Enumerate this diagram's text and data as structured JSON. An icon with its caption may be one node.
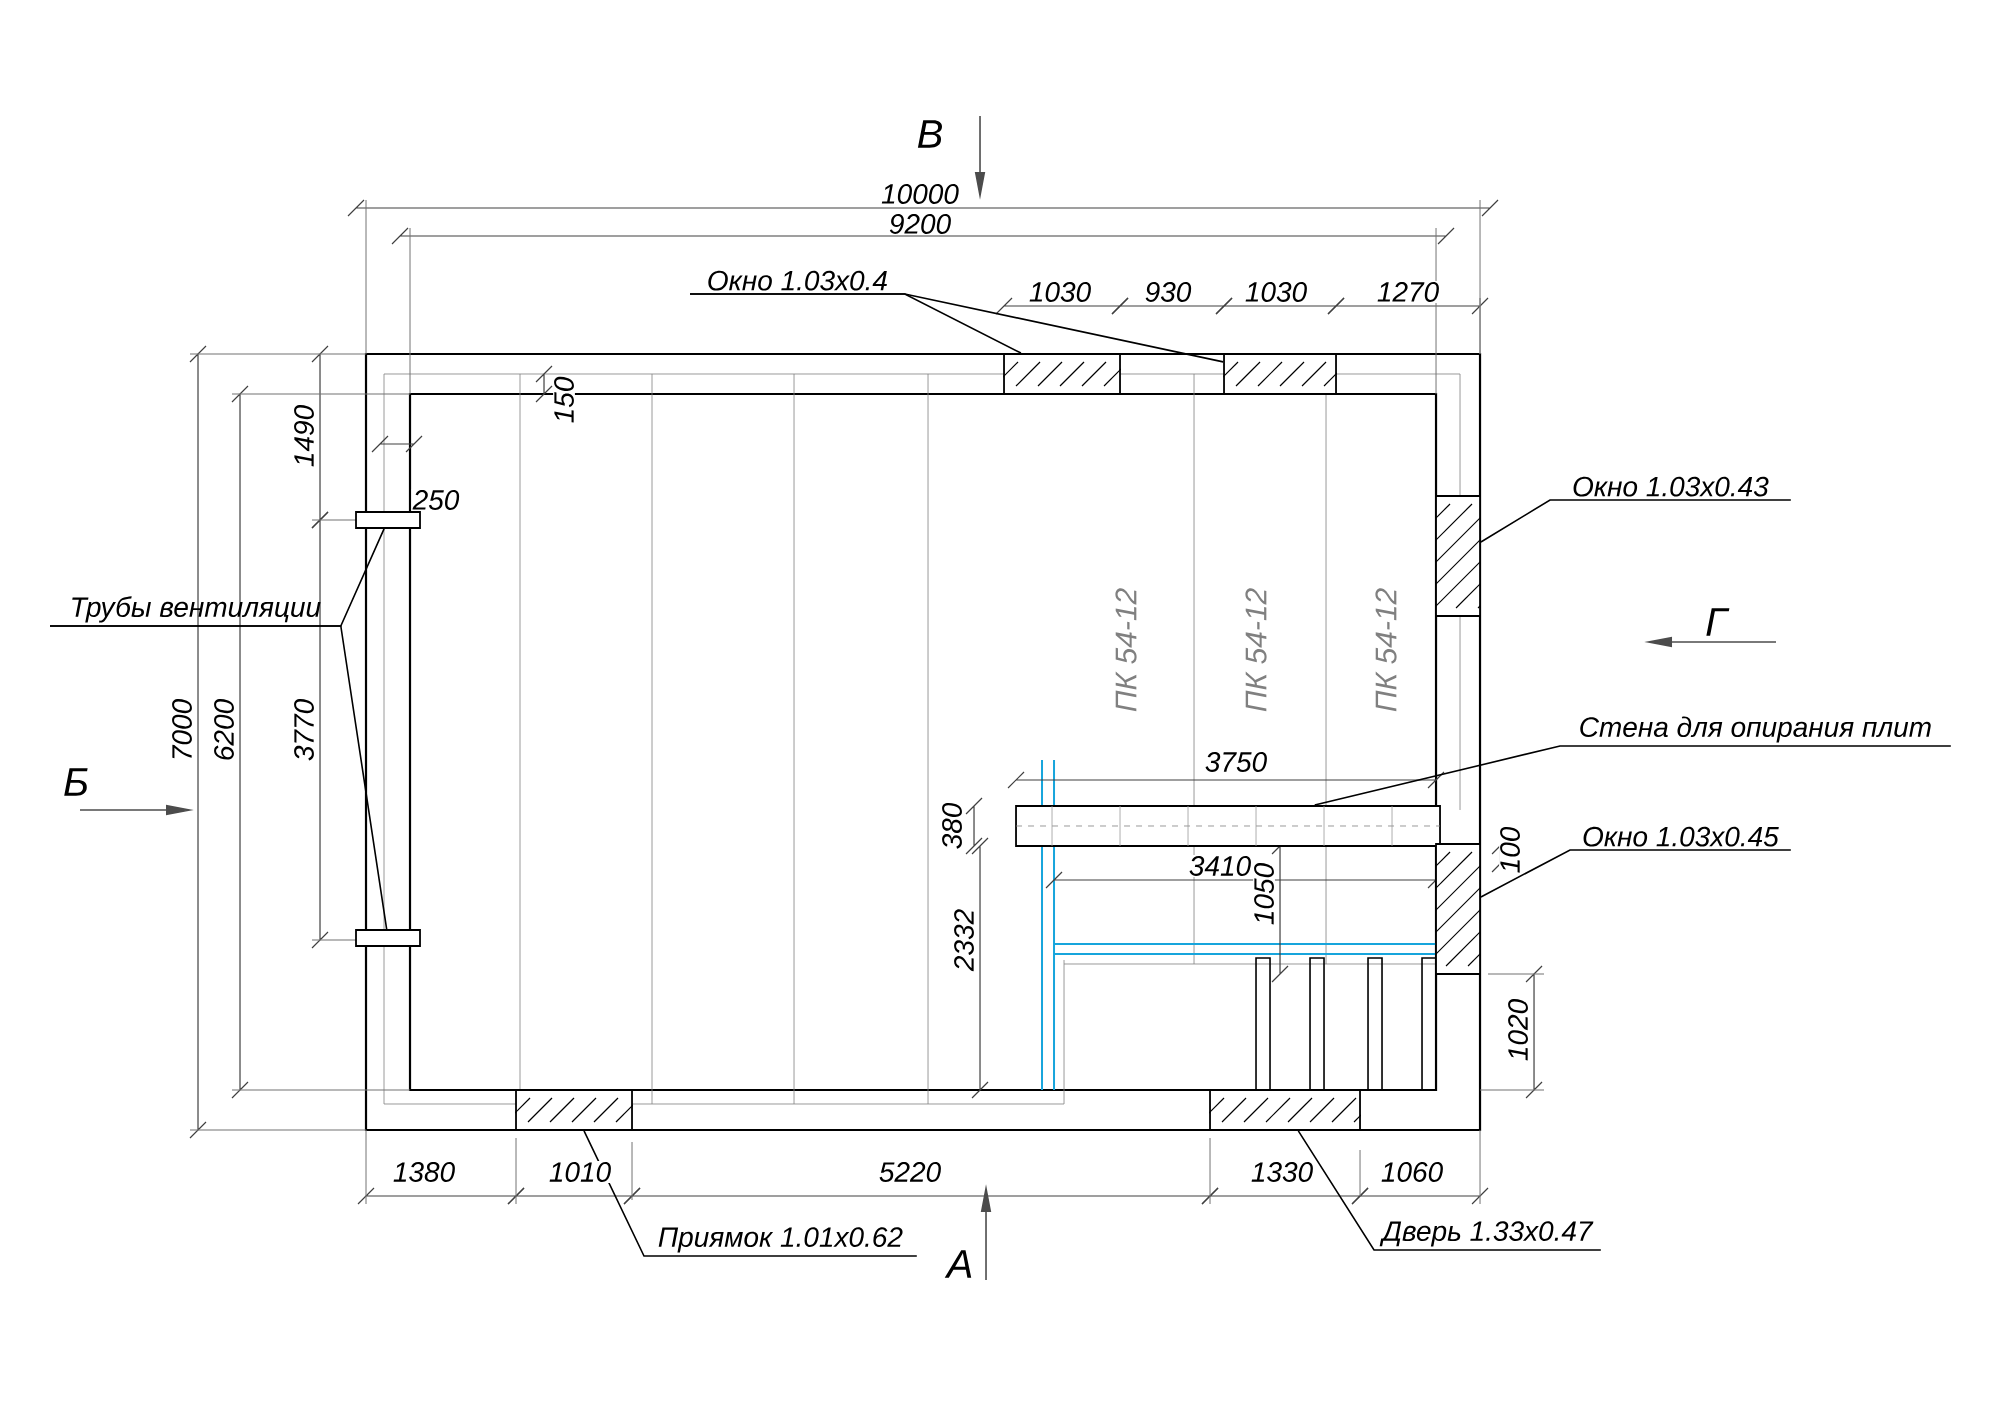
{
  "diagram": {
    "nodes": [
      {
        "text": [
          "Окно 1.03x0.4"
        ]
      },
      {
        "text": [],
        "shape": "box"
      },
      {
        "text": [],
        "shape": "box"
      },
      {
        "text": [
          "Окно 1.03x0.43"
        ]
      },
      {
        "text": [],
        "shape": "box"
      },
      {
        "text": [
          "Трубы вентиляции"
        ]
      },
      {
        "text": [],
        "shape": "box"
      },
      {
        "text": [],
        "shape": "box"
      },
      {
        "text": [
          "Стена для опирания плит"
        ]
      },
      {
        "text": [],
        "shape": "box"
      },
      {
        "text": [
          "Окно 1.03x0.45"
        ]
      },
      {
        "text": [],
        "shape": "box"
      },
      {
        "text": [
          "Приямок 1.01x0.62"
        ]
      },
      {
        "text": [],
        "shape": "box"
      },
      {
        "text": [
          "Дверь 1.33x0.47"
        ]
      },
      {
        "text": [],
        "shape": "box"
      }
    ],
    "edges": [
      {
        "from": 0,
        "to": 1,
        "arrow": "none"
      },
      {
        "from": 0,
        "to": 2,
        "arrow": "none"
      },
      {
        "from": 3,
        "to": 4,
        "arrow": "none"
      },
      {
        "from": 5,
        "to": 6,
        "arrow": "none"
      },
      {
        "from": 5,
        "to": 7,
        "arrow": "none"
      },
      {
        "from": 8,
        "to": 9,
        "arrow": "none"
      },
      {
        "from": 10,
        "to": 11,
        "arrow": "none"
      },
      {
        "from": 12,
        "to": 13,
        "arrow": "none"
      },
      {
        "from": 14,
        "to": 15,
        "arrow": "none"
      }
    ],
    "labels": [
      "В",
      "10000",
      "9200",
      "1030",
      "930",
      "1030",
      "1270",
      "150",
      "1490",
      "250",
      "ПК 54-12",
      "ПК 54-12",
      "ПК 54-12",
      "Г",
      "Б",
      "7000",
      "6200",
      "3770",
      "3750",
      "380",
      "3410",
      "100",
      "1050",
      "2332",
      "1020",
      "1380",
      "1010",
      "5220",
      "1330",
      "1060",
      "А"
    ]
  }
}
